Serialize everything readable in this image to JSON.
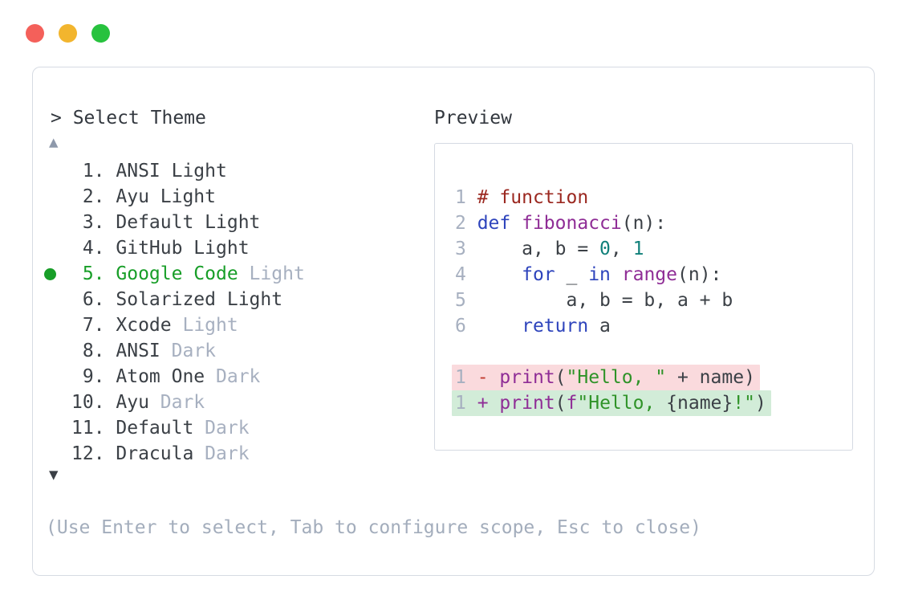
{
  "window": {
    "traffic_lights": [
      {
        "name": "close",
        "color": "#f4605a"
      },
      {
        "name": "minimize",
        "color": "#f2b52e"
      },
      {
        "name": "maximize",
        "color": "#27c23e"
      }
    ]
  },
  "picker": {
    "prompt": ">",
    "title": "Select Theme",
    "header_text": "> Select Theme",
    "scroll_up": "▲",
    "scroll_down": "▼",
    "selected_marker": "●",
    "items": [
      {
        "number": "1.",
        "name": "ANSI Light",
        "suffix": "",
        "selected": false
      },
      {
        "number": "2.",
        "name": "Ayu Light",
        "suffix": "",
        "selected": false
      },
      {
        "number": "3.",
        "name": "Default Light",
        "suffix": "",
        "selected": false
      },
      {
        "number": "4.",
        "name": "GitHub Light",
        "suffix": "",
        "selected": false
      },
      {
        "number": "5.",
        "name": "Google Code",
        "suffix": "Light",
        "selected": true
      },
      {
        "number": "6.",
        "name": "Solarized Light",
        "suffix": "",
        "selected": false
      },
      {
        "number": "7.",
        "name": "Xcode",
        "suffix": "Light",
        "selected": false
      },
      {
        "number": "8.",
        "name": "ANSI",
        "suffix": "Dark",
        "selected": false
      },
      {
        "number": "9.",
        "name": "Atom One",
        "suffix": "Dark",
        "selected": false
      },
      {
        "number": "10.",
        "name": "Ayu",
        "suffix": "Dark",
        "selected": false
      },
      {
        "number": "11.",
        "name": "Default",
        "suffix": "Dark",
        "selected": false
      },
      {
        "number": "12.",
        "name": "Dracula",
        "suffix": "Dark",
        "selected": false
      }
    ],
    "hint": "(Use Enter to select, Tab to configure scope, Esc to close)"
  },
  "preview": {
    "label": "Preview",
    "code_lines": [
      {
        "n": "1",
        "tokens": [
          [
            "# function",
            "comment"
          ]
        ]
      },
      {
        "n": "2",
        "tokens": [
          [
            "def",
            "keyword"
          ],
          [
            " ",
            "plain"
          ],
          [
            "fibonacci",
            "function"
          ],
          [
            "(n):",
            "plain"
          ]
        ]
      },
      {
        "n": "3",
        "tokens": [
          [
            "    a, b = ",
            "plain"
          ],
          [
            "0",
            "number"
          ],
          [
            ", ",
            "plain"
          ],
          [
            "1",
            "number"
          ]
        ]
      },
      {
        "n": "4",
        "tokens": [
          [
            "    ",
            "plain"
          ],
          [
            "for",
            "keyword"
          ],
          [
            " _ ",
            "plain"
          ],
          [
            "in",
            "keyword"
          ],
          [
            " ",
            "plain"
          ],
          [
            "range",
            "function"
          ],
          [
            "(n):",
            "plain"
          ]
        ]
      },
      {
        "n": "5",
        "tokens": [
          [
            "        a, b = b, a + b",
            "plain"
          ]
        ]
      },
      {
        "n": "6",
        "tokens": [
          [
            "    ",
            "plain"
          ],
          [
            "return",
            "keyword"
          ],
          [
            " a",
            "plain"
          ]
        ]
      }
    ],
    "diff_lines": [
      {
        "n": "1",
        "sign": "-",
        "sign_color": "diff_minus",
        "bg": "#fadadd",
        "tokens": [
          [
            "print",
            "function"
          ],
          [
            "(",
            "plain"
          ],
          [
            "\"Hello, \"",
            "string"
          ],
          [
            " + name)",
            "plain"
          ]
        ]
      },
      {
        "n": "1",
        "sign": "+",
        "sign_color": "function",
        "bg": "#d2ecd8",
        "tokens": [
          [
            "print",
            "function"
          ],
          [
            "(",
            "plain"
          ],
          [
            "f",
            "function"
          ],
          [
            "\"Hello, ",
            "string"
          ],
          [
            "{name}",
            "plain"
          ],
          [
            "!\"",
            "string"
          ],
          [
            ")",
            "plain"
          ]
        ]
      }
    ]
  },
  "colors": {
    "text": "#3b4046",
    "muted": "#a7b0c0",
    "accent_green": "#189e28",
    "hint_text": "#a3adbc",
    "line_number": "#a7b0c0",
    "comment": "#9b2820",
    "keyword": "#2e44bc",
    "function": "#8f2d96",
    "number": "#11807a",
    "string": "#2f9328",
    "plain": "#3b4046",
    "diff_minus": "#c13b30",
    "scroll_up": "#8e99ab",
    "scroll_down": "#3a3f45"
  }
}
